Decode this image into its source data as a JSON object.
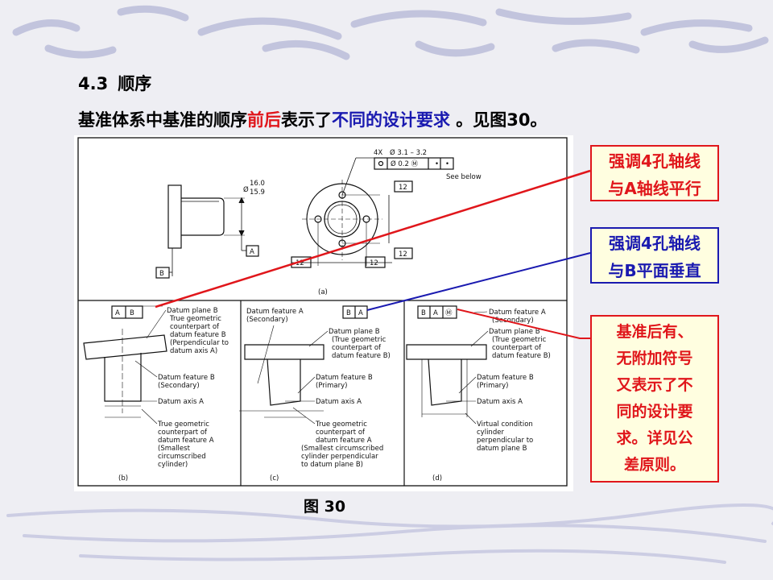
{
  "heading": {
    "number": "4.3",
    "title": "顺序"
  },
  "subtitle": {
    "part1": "基准体系中基准的顺序",
    "part2_red": "前后",
    "part3": "表示了",
    "part4_blue": "不同的设计要求",
    "part5": " 。见图30。"
  },
  "figure": {
    "caption": "图 30",
    "panel_a": {
      "label": "(a)",
      "pattern": "4X",
      "diameter": "Ø 3.1 – 3.2",
      "fcf_tol": "Ø 0.2 Ⓜ",
      "see_below": "See below",
      "shaft_dia_top": "16.0",
      "shaft_dia_bottom": "15.9",
      "dim12": "12",
      "datum_a": "A",
      "datum_b": "B"
    },
    "panel_b": {
      "label": "(b)",
      "frame": [
        "A",
        "B"
      ],
      "note1": [
        "Datum plane B",
        "True geometric",
        "counterpart of",
        "datum feature B",
        "(Perpendicular to",
        "datum axis A)"
      ],
      "note2": [
        "Datum feature B",
        "(Secondary)"
      ],
      "note3": "Datum axis A",
      "note4": [
        "True geometric",
        "counterpart of",
        "datum feature A",
        "(Smallest",
        "circumscribed",
        "cylinder)"
      ]
    },
    "panel_c": {
      "label": "(c)",
      "frame": [
        "B",
        "A"
      ],
      "note1": [
        "Datum feature A",
        "(Secondary)"
      ],
      "note2": [
        "Datum plane B",
        "(True geometric",
        "counterpart of",
        "datum feature B)"
      ],
      "note3": [
        "Datum feature B",
        "(Primary)"
      ],
      "note4": "Datum axis A",
      "note5": [
        "True geometric",
        "counterpart of",
        "datum feature A",
        "(Smallest circumscribed",
        "cylinder perpendicular",
        "to datum plane B)"
      ]
    },
    "panel_d": {
      "label": "(d)",
      "frame": [
        "B",
        "A",
        "Ⓜ"
      ],
      "note1": [
        "Datum feature A",
        "(Secondary)"
      ],
      "note2": [
        "Datum plane B",
        "(True geometric",
        "counterpart of",
        "datum feature B)"
      ],
      "note3": [
        "Datum feature B",
        "(Primary)"
      ],
      "note4": "Datum axis A",
      "note5": [
        "Virtual condition",
        "cylinder",
        "perpendicular to",
        "datum plane B"
      ]
    }
  },
  "callouts": {
    "a": [
      "强调4孔轴线",
      "与A轴线平行"
    ],
    "b": [
      "强调4孔轴线",
      "与B平面垂直"
    ],
    "c": [
      "基准后有、",
      "无附加符号",
      "又表示了不",
      "同的设计要",
      "求。详见公",
      "差原则。"
    ]
  },
  "colors": {
    "red": "#e0161b",
    "blue": "#1a1ab0",
    "callout_bg": "#fffee0",
    "background": "#eeeef3"
  }
}
